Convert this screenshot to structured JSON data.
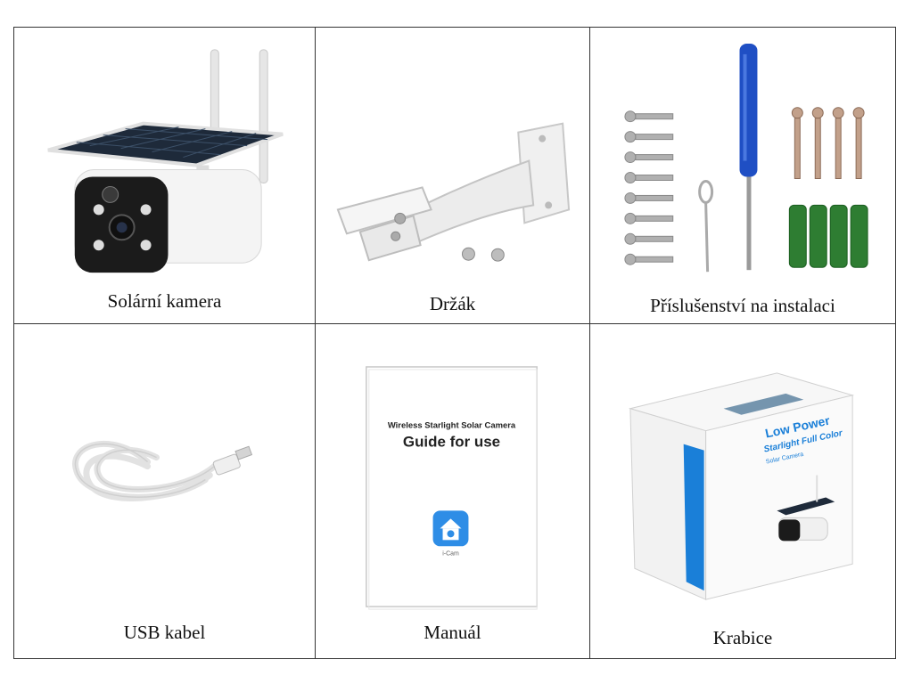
{
  "items": [
    {
      "caption": "Solární kamera",
      "icon": "solar-camera-icon"
    },
    {
      "caption": "Držák",
      "icon": "bracket-icon"
    },
    {
      "caption": "Příslušenství na instalaci",
      "icon": "screws-icon"
    },
    {
      "caption": "USB kabel",
      "icon": "usb-cable-icon"
    },
    {
      "caption": "Manuál",
      "icon": "manual-icon"
    },
    {
      "caption": "Krabice",
      "icon": "box-icon"
    }
  ],
  "manual": {
    "title_line1": "Wireless Starlight Solar Camera",
    "title_line2": "Guide for use",
    "app_label": "i-Cam"
  },
  "box": {
    "brand_line1": "Low Power",
    "brand_line2": "Starlight Full Color",
    "brand_line3": "Solar Camera"
  },
  "colors": {
    "border": "#333333",
    "screwdriver": "#1f4fc4",
    "anchors": "#2e7d32",
    "box_accent": "#1a7fd8"
  }
}
